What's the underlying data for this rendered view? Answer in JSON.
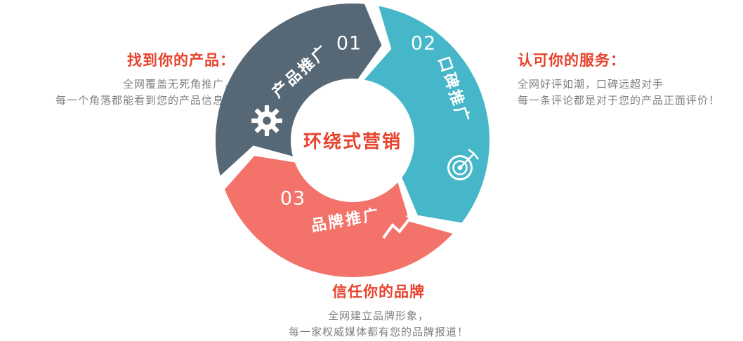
{
  "title": {
    "text": "环绕式营销"
  },
  "colors": {
    "accent": "#e8432c",
    "body": "#7f7f7f",
    "white": "#ffffff"
  },
  "segments": [
    {
      "number": "01",
      "label": "产品推广",
      "color": "#566876",
      "icon": "gear-icon"
    },
    {
      "number": "02",
      "label": "口碑推广",
      "color": "#45b7c8",
      "icon": "target-icon"
    },
    {
      "number": "03",
      "label": "品牌推广",
      "color": "#f3726a",
      "icon": "line-chart-icon"
    }
  ],
  "callouts": {
    "left": {
      "title": "找到你的产品：",
      "lines": [
        "全网覆盖无死角推广，",
        "每一个角落都能看到您的产品信息！"
      ]
    },
    "right": {
      "title": "认可你的服务：",
      "lines": [
        "全网好评如潮，口碑远超对手",
        "每一条评论都是对于您的产品正面评价！"
      ]
    },
    "bottom": {
      "title": "信任你的品牌",
      "lines": [
        "全网建立品牌形象，",
        "每一家权威媒体都有您的品牌报道！"
      ]
    }
  }
}
